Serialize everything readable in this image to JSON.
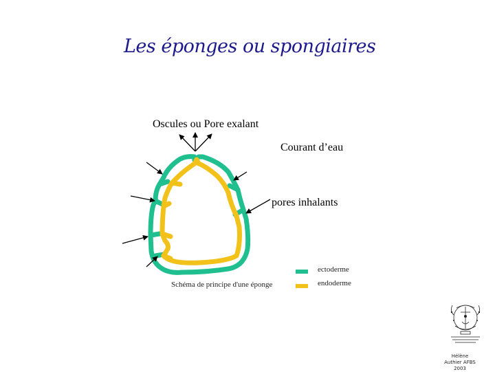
{
  "title": "Les éponges ou spongiaires",
  "labels": {
    "oscules": "Oscules ou Pore exalant",
    "courant": "Courant d’eau",
    "pores": "pores inhalants",
    "schema": "Schéma de principe d'une éponge"
  },
  "legend": {
    "ectoderme": {
      "label": "ectoderme",
      "color": "#1fbf8f"
    },
    "endoderme": {
      "label": "endoderme",
      "color": "#f2c21a"
    }
  },
  "author": "Hélène Authier AFBS 2003"
}
